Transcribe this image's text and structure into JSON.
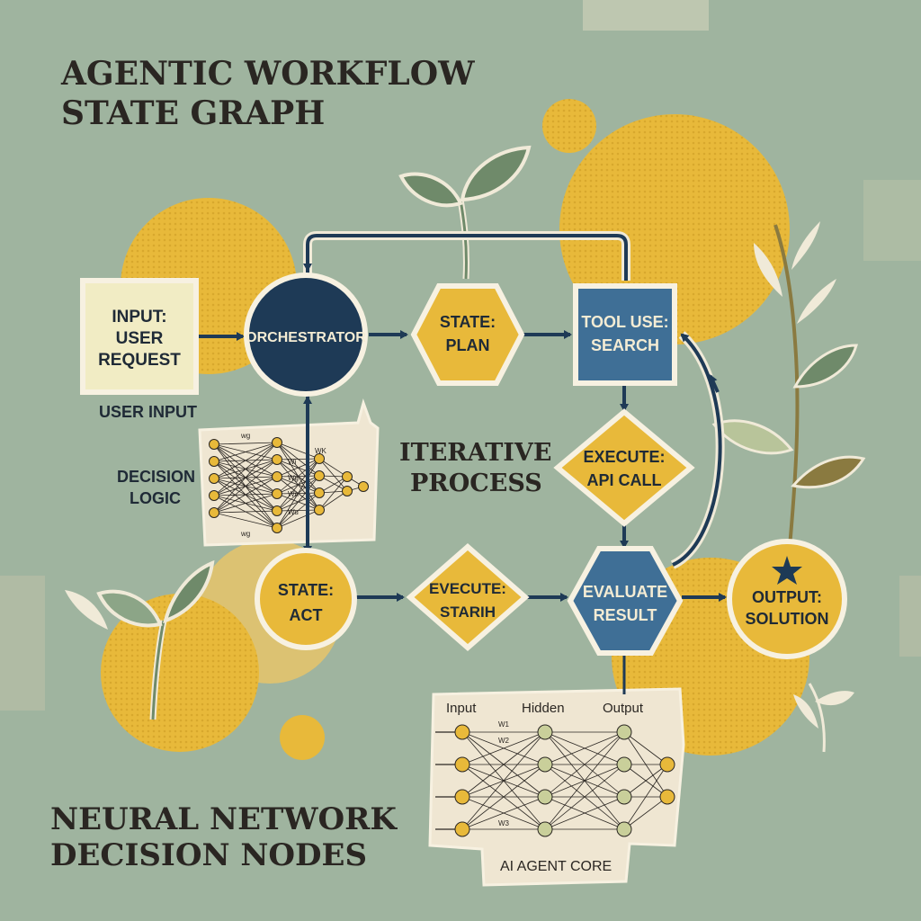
{
  "colors": {
    "background": "#9fb49f",
    "mustard": "#e8b93a",
    "navy": "#1e3a56",
    "steel_blue": "#3f6f96",
    "cream": "#f1ecc4",
    "paper": "#efe6d2",
    "ink": "#2a2622",
    "leaf": "#6f8a6a"
  },
  "title": {
    "line1": "AGENTIC WORKFLOW",
    "line2": "STATE GRAPH"
  },
  "footer_title": {
    "line1": "NEURAL NETWORK",
    "line2": "DECISION NODES"
  },
  "annotations": {
    "iterative_line1": "ITERATIVE",
    "iterative_line2": "PROCESS",
    "user_input": "USER INPUT",
    "decision_line1": "DECISION",
    "decision_line2": "LOGIC"
  },
  "nodes": {
    "input": {
      "line1": "INPUT:",
      "line2": "USER",
      "line3": "REQUEST"
    },
    "orchestrator": {
      "label": "ORCHESTRATOR"
    },
    "state_plan": {
      "line1": "STATE:",
      "line2": "PLAN"
    },
    "tool_use": {
      "line1": "TOOL USE:",
      "line2": "SEARCH"
    },
    "execute_api": {
      "line1": "EXECUTE:",
      "line2": "API CALL"
    },
    "state_act": {
      "line1": "STATE:",
      "line2": "ACT"
    },
    "execute_search": {
      "line1": "EVECUTE:",
      "line2": "STARIH"
    },
    "evaluate": {
      "line1": "EVALUATE",
      "line2": "RESULT"
    },
    "output": {
      "line1": "OUTPUT:",
      "line2": "SOLUTION",
      "icon": "star-icon"
    }
  },
  "mini_network": {
    "weight_labels": [
      "wg",
      "WK",
      "Wi",
      "Wg",
      "Wn",
      "Wu",
      "wg"
    ]
  },
  "core_network": {
    "header_input": "Input",
    "header_hidden": "Hidden",
    "header_output": "Output",
    "weight_labels": [
      "W1",
      "W2",
      "W3"
    ],
    "caption": "AI AGENT CORE"
  }
}
